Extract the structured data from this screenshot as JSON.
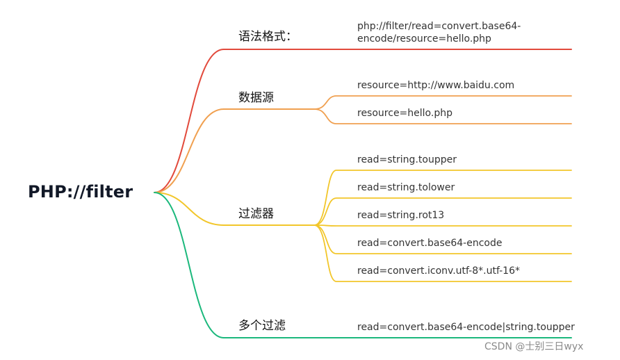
{
  "root": {
    "label": "PHP://filter"
  },
  "branches": [
    {
      "label": "语法格式：",
      "color": "#e24a3c",
      "leaves": [
        {
          "label": "php://filter/read=convert.base64-encode/resource=hello.php"
        }
      ]
    },
    {
      "label": "数据源",
      "color": "#f0a050",
      "leaves": [
        {
          "label": "resource=http://www.baidu.com"
        },
        {
          "label": "resource=hello.php"
        }
      ]
    },
    {
      "label": "过滤器",
      "color": "#f2c62a",
      "leaves": [
        {
          "label": "read=string.toupper"
        },
        {
          "label": "read=string.tolower"
        },
        {
          "label": "read=string.rot13"
        },
        {
          "label": "read=convert.base64-encode"
        },
        {
          "label": "read=convert.iconv.utf-8*.utf-16*"
        }
      ]
    },
    {
      "label": "多个过滤",
      "color": "#1bb87c",
      "leaves": [
        {
          "label": "read=convert.base64-encode|string.toupper"
        }
      ]
    }
  ],
  "watermark": "CSDN @士别三日wyx"
}
